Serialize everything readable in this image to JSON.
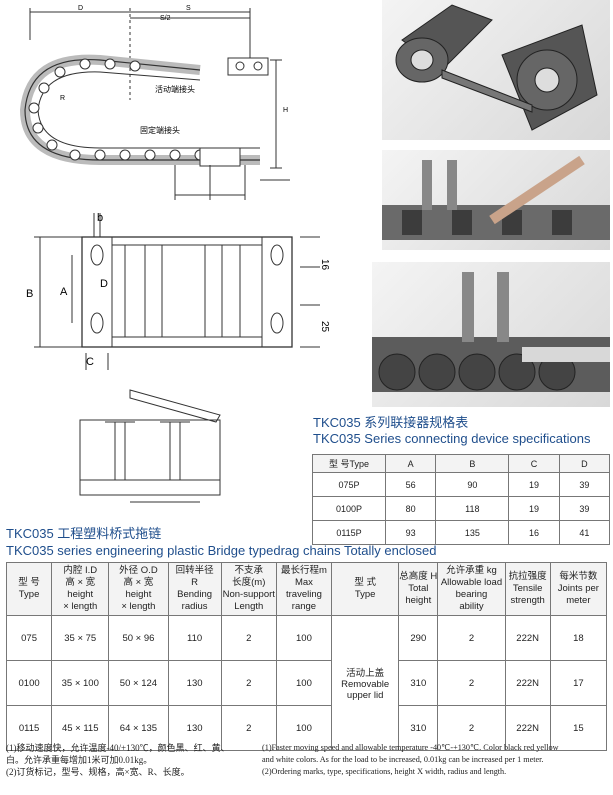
{
  "diagram_top": {
    "label_s": "S",
    "label_s2": "S/2",
    "label_d": "D",
    "label_h": "H",
    "label_r": "R",
    "label_moving_end": "活动端接头",
    "label_fixed_end": "固定端接头"
  },
  "diagram_mid": {
    "label_a": "A",
    "label_b_big": "B",
    "label_b_small": "b",
    "label_c": "C",
    "label_d": "D",
    "dim_16": "16",
    "dim_25": "25"
  },
  "spec_table": {
    "title_cn": "TKC035 系列联接器规格表",
    "title_en": "TKC035  Series connecting device specifications",
    "headers": [
      "型 号Type",
      "A",
      "B",
      "C",
      "D"
    ],
    "rows": [
      [
        "075P",
        "56",
        "90",
        "19",
        "39"
      ],
      [
        "0100P",
        "80",
        "118",
        "19",
        "39"
      ],
      [
        "0115P",
        "93",
        "135",
        "16",
        "41"
      ]
    ]
  },
  "main_table": {
    "title_cn": "TKC035 工程塑料桥式拖链",
    "title_en": "TKC035 series engineering plastic Bridge typedrag chains Totally enclosed",
    "headers": [
      {
        "cn": "型  号",
        "en": [
          "Type"
        ]
      },
      {
        "cn": "内腔 I.D",
        "en": [
          "高 × 宽",
          "height",
          "× length"
        ]
      },
      {
        "cn": "外径 O.D",
        "en": [
          "高 × 宽",
          "height",
          "× length"
        ]
      },
      {
        "cn": "回转半径",
        "en": [
          "R",
          "Bending",
          "radius"
        ]
      },
      {
        "cn": "不支承",
        "en": [
          "长度(m)",
          "Non-support",
          "Length"
        ]
      },
      {
        "cn": "最长行程m",
        "en": [
          "Max",
          "traveling",
          "range"
        ]
      },
      {
        "cn": "型  式",
        "en": [
          "Type"
        ]
      },
      {
        "cn": "总高度 H",
        "en": [
          "Total",
          "height"
        ]
      },
      {
        "cn": "允许承重 kg",
        "en": [
          "Allowable load",
          "bearing",
          "ability"
        ]
      },
      {
        "cn": "抗拉强度",
        "en": [
          "Tensile",
          "strength"
        ]
      },
      {
        "cn": "每米节数",
        "en": [
          "Joints per",
          "meter"
        ]
      }
    ],
    "rows": [
      {
        "type": "075",
        "id": "35 × 75",
        "od": "50 × 96",
        "r": "110",
        "ns": "2",
        "max": "100",
        "h": "290",
        "load": "2",
        "tensile": "222N",
        "joints": "18"
      },
      {
        "type": "0100",
        "id": "35 × 100",
        "od": "50 × 124",
        "r": "130",
        "ns": "2",
        "max": "100",
        "h": "310",
        "load": "2",
        "tensile": "222N",
        "joints": "17"
      },
      {
        "type": "0115",
        "id": "45 × 115",
        "od": "64 × 135",
        "r": "130",
        "ns": "2",
        "max": "100",
        "h": "310",
        "load": "2",
        "tensile": "222N",
        "joints": "15"
      }
    ],
    "form_type_cn": "活动上盖",
    "form_type_en1": "Removable",
    "form_type_en2": "upper lid"
  },
  "notes": {
    "cn1": "(1)移动速度快，允许温度-40/+130℃，颜色黑、红、黄、",
    "cn2": "白。允许承重每增加1米可加0.01kg。",
    "cn3": "(2)订货标记，型号、规格，高×宽、R、长度。",
    "en1": "(1)Faster moving speed and allowable temperature -40℃-+130℃. Color black red yellow",
    "en2": "and white colors. As for the load to be increased, 0.01kg can be increased per 1 meter.",
    "en3": "(2)Ordering marks, type, specifications, height X width, radius and length."
  }
}
